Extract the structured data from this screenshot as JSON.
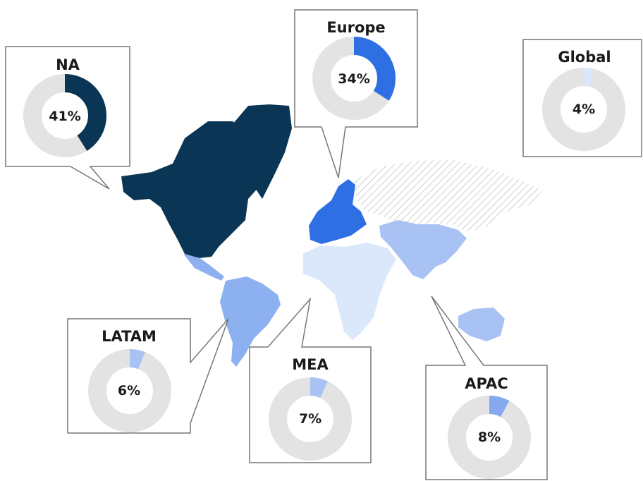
{
  "colors": {
    "na": "#0b3554",
    "europe": "#2f6fe4",
    "apac": "#86a8ee",
    "latam": "#8db0f1",
    "mea": "#dbe7fb",
    "global": "#dbe7fb",
    "hatched": "#cfcfcf",
    "ring_bg": "#e3e3e3",
    "box_border": "#777777"
  },
  "regions": [
    {
      "key": "na",
      "label": "NA",
      "value": "41%",
      "share": 0.41,
      "color": "#0b3554"
    },
    {
      "key": "europe",
      "label": "Europe",
      "value": "34%",
      "share": 0.34,
      "color": "#2f6fe4"
    },
    {
      "key": "global",
      "label": "Global",
      "value": "4%",
      "share": 0.04,
      "color": "#dbe7fb"
    },
    {
      "key": "latam",
      "label": "LATAM",
      "value": "6%",
      "share": 0.06,
      "color": "#a8c2f3"
    },
    {
      "key": "mea",
      "label": "MEA",
      "value": "7%",
      "share": 0.07,
      "color": "#a8c2f3"
    },
    {
      "key": "apac",
      "label": "APAC",
      "value": "8%",
      "share": 0.08,
      "color": "#86a8ee"
    }
  ]
}
